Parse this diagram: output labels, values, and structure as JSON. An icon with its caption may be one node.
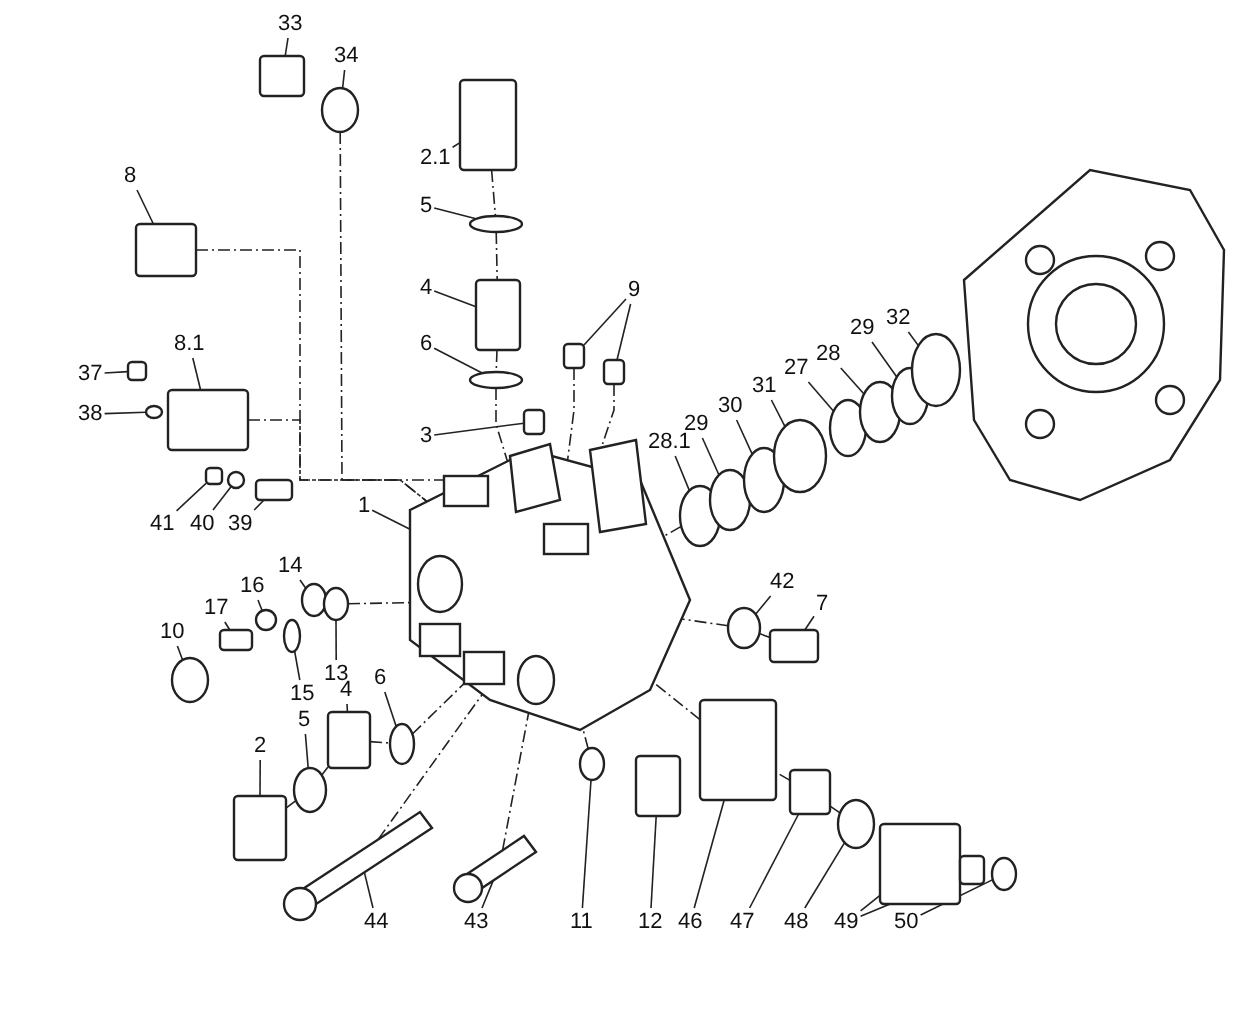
{
  "diagram": {
    "nodes": [
      {
        "text": [
          "33"
        ]
      },
      {
        "text": [
          "34"
        ]
      },
      {
        "text": [
          "8"
        ]
      },
      {
        "text": [
          "8.1"
        ]
      },
      {
        "text": [
          "37"
        ]
      },
      {
        "text": [
          "38"
        ]
      },
      {
        "text": [
          "41"
        ]
      },
      {
        "text": [
          "40"
        ]
      },
      {
        "text": [
          "39"
        ]
      },
      {
        "text": [
          "2.1"
        ]
      },
      {
        "text": [
          "5"
        ]
      },
      {
        "text": [
          "4"
        ]
      },
      {
        "text": [
          "6"
        ]
      },
      {
        "text": [
          "9"
        ]
      },
      {
        "text": [
          "3"
        ]
      },
      {
        "text": [
          "1"
        ]
      },
      {
        "text": [
          "10"
        ]
      },
      {
        "text": [
          "17"
        ]
      },
      {
        "text": [
          "16"
        ]
      },
      {
        "text": [
          "14"
        ]
      },
      {
        "text": [
          "15"
        ]
      },
      {
        "text": [
          "13"
        ]
      },
      {
        "text": [
          "6"
        ]
      },
      {
        "text": [
          "4"
        ]
      },
      {
        "text": [
          "5"
        ]
      },
      {
        "text": [
          "2"
        ]
      },
      {
        "text": [
          "44"
        ]
      },
      {
        "text": [
          "43"
        ]
      },
      {
        "text": [
          "11"
        ]
      },
      {
        "text": [
          "12"
        ]
      },
      {
        "text": [
          "46"
        ]
      },
      {
        "text": [
          "47"
        ]
      },
      {
        "text": [
          "48"
        ]
      },
      {
        "text": [
          "49"
        ]
      },
      {
        "text": [
          "50"
        ]
      },
      {
        "text": [
          "28.1"
        ]
      },
      {
        "text": [
          "29"
        ]
      },
      {
        "text": [
          "30"
        ]
      },
      {
        "text": [
          "31"
        ]
      },
      {
        "text": [
          "27"
        ]
      },
      {
        "text": [
          "28"
        ]
      },
      {
        "text": [
          "29"
        ]
      },
      {
        "text": [
          "32"
        ]
      },
      {
        "text": [
          "42"
        ]
      },
      {
        "text": [
          "7"
        ]
      },
      {
        "text": [],
        "shape": "box"
      },
      {
        "text": [],
        "shape": "circle"
      },
      {
        "text": [],
        "shape": "box"
      },
      {
        "text": [],
        "shape": "box"
      },
      {
        "text": [],
        "shape": "box"
      },
      {
        "text": [],
        "shape": "circle"
      },
      {
        "text": [],
        "shape": "box"
      },
      {
        "text": [],
        "shape": "circle"
      },
      {
        "text": [],
        "shape": "box"
      },
      {
        "text": [],
        "shape": "box"
      },
      {
        "text": [],
        "shape": "circle"
      },
      {
        "text": [],
        "shape": "box"
      },
      {
        "text": [],
        "shape": "circle"
      },
      {
        "text": [],
        "shape": "box"
      },
      {
        "text": [],
        "shape": "box"
      },
      {
        "text": [],
        "shape": "box"
      },
      {
        "text": [],
        "shape": "picture"
      },
      {
        "text": [],
        "shape": "circle"
      },
      {
        "text": [],
        "shape": "box"
      },
      {
        "text": [],
        "shape": "circle"
      },
      {
        "text": [],
        "shape": "circle"
      },
      {
        "text": [],
        "shape": "circle"
      },
      {
        "text": [],
        "shape": "circle"
      },
      {
        "text": [],
        "shape": "circle"
      },
      {
        "text": [],
        "shape": "box"
      },
      {
        "text": [],
        "shape": "circle"
      },
      {
        "text": [],
        "shape": "box"
      },
      {
        "text": [],
        "shape": "picture"
      },
      {
        "text": [],
        "shape": "picture"
      },
      {
        "text": [],
        "shape": "circle"
      },
      {
        "text": [],
        "shape": "box"
      },
      {
        "text": [],
        "shape": "box"
      },
      {
        "text": [],
        "shape": "box"
      },
      {
        "text": [],
        "shape": "circle"
      },
      {
        "text": [],
        "shape": "box"
      },
      {
        "text": [],
        "shape": "box"
      },
      {
        "text": [],
        "shape": "circle"
      },
      {
        "text": [],
        "shape": "circle"
      },
      {
        "text": [],
        "shape": "circle"
      },
      {
        "text": [],
        "shape": "circle"
      },
      {
        "text": [],
        "shape": "circle"
      },
      {
        "text": [],
        "shape": "circle"
      },
      {
        "text": [],
        "shape": "circle"
      },
      {
        "text": [],
        "shape": "circle"
      },
      {
        "text": [],
        "shape": "circle"
      },
      {
        "text": [],
        "shape": "circle"
      },
      {
        "text": [],
        "shape": "box"
      }
    ],
    "edges": [
      {
        "from": 0,
        "to": 45,
        "arrow": "none"
      },
      {
        "from": 1,
        "to": 46,
        "arrow": "none"
      },
      {
        "from": 2,
        "to": 47,
        "arrow": "none"
      },
      {
        "from": 3,
        "to": 48,
        "arrow": "none"
      },
      {
        "from": 4,
        "to": 49,
        "arrow": "none"
      },
      {
        "from": 5,
        "to": 50,
        "arrow": "none"
      },
      {
        "from": 6,
        "to": 51,
        "arrow": "none"
      },
      {
        "from": 7,
        "to": 52,
        "arrow": "none"
      },
      {
        "from": 8,
        "to": 53,
        "arrow": "none"
      },
      {
        "from": 9,
        "to": 54,
        "arrow": "none"
      },
      {
        "from": 10,
        "to": 55,
        "arrow": "none"
      },
      {
        "from": 11,
        "to": 56,
        "arrow": "none"
      },
      {
        "from": 12,
        "to": 57,
        "arrow": "none"
      },
      {
        "from": 13,
        "to": 58,
        "arrow": "none"
      },
      {
        "from": 13,
        "to": 59,
        "arrow": "none"
      },
      {
        "from": 14,
        "to": 60,
        "arrow": "none"
      },
      {
        "from": 15,
        "to": 61,
        "arrow": "none"
      },
      {
        "from": 16,
        "to": 62,
        "arrow": "none"
      },
      {
        "from": 17,
        "to": 63,
        "arrow": "none"
      },
      {
        "from": 18,
        "to": 64,
        "arrow": "none"
      },
      {
        "from": 19,
        "to": 65,
        "arrow": "none"
      },
      {
        "from": 20,
        "to": 66,
        "arrow": "none"
      },
      {
        "from": 21,
        "to": 67,
        "arrow": "none"
      },
      {
        "from": 22,
        "to": 68,
        "arrow": "none"
      },
      {
        "from": 23,
        "to": 69,
        "arrow": "none"
      },
      {
        "from": 24,
        "to": 70,
        "arrow": "none"
      },
      {
        "from": 25,
        "to": 71,
        "arrow": "none"
      },
      {
        "from": 26,
        "to": 72,
        "arrow": "none"
      },
      {
        "from": 27,
        "to": 73,
        "arrow": "none"
      },
      {
        "from": 28,
        "to": 74,
        "arrow": "none"
      },
      {
        "from": 29,
        "to": 75,
        "arrow": "none"
      },
      {
        "from": 30,
        "to": 76,
        "arrow": "none"
      },
      {
        "from": 31,
        "to": 77,
        "arrow": "none"
      },
      {
        "from": 32,
        "to": 78,
        "arrow": "none"
      },
      {
        "from": 33,
        "to": 79,
        "arrow": "none"
      },
      {
        "from": 33,
        "to": 80,
        "arrow": "none"
      },
      {
        "from": 34,
        "to": 81,
        "arrow": "none"
      },
      {
        "from": 35,
        "to": 82,
        "arrow": "none"
      },
      {
        "from": 36,
        "to": 83,
        "arrow": "none"
      },
      {
        "from": 37,
        "to": 84,
        "arrow": "none"
      },
      {
        "from": 38,
        "to": 85,
        "arrow": "none"
      },
      {
        "from": 39,
        "to": 86,
        "arrow": "none"
      },
      {
        "from": 40,
        "to": 87,
        "arrow": "none"
      },
      {
        "from": 41,
        "to": 88,
        "arrow": "none"
      },
      {
        "from": 42,
        "to": 89,
        "arrow": "none"
      },
      {
        "from": 43,
        "to": 90,
        "arrow": "none"
      },
      {
        "from": 44,
        "to": 91,
        "arrow": "none"
      },
      {
        "from": 46,
        "to": 61,
        "arrow": "none",
        "style": "dashed"
      },
      {
        "from": 47,
        "to": 61,
        "arrow": "none",
        "style": "dashed"
      },
      {
        "from": 48,
        "to": 61,
        "arrow": "none",
        "style": "dashed"
      },
      {
        "from": 54,
        "to": 55,
        "arrow": "none",
        "style": "dashed"
      },
      {
        "from": 55,
        "to": 56,
        "arrow": "none",
        "style": "dashed"
      },
      {
        "from": 56,
        "to": 57,
        "arrow": "none",
        "style": "dashed"
      },
      {
        "from": 57,
        "to": 61,
        "arrow": "none",
        "style": "dashed"
      },
      {
        "from": 58,
        "to": 61,
        "arrow": "none",
        "style": "dashed"
      },
      {
        "from": 59,
        "to": 61,
        "arrow": "none",
        "style": "dashed"
      },
      {
        "from": 67,
        "to": 61,
        "arrow": "none",
        "style": "dashed"
      },
      {
        "from": 71,
        "to": 70,
        "arrow": "none",
        "style": "dashed"
      },
      {
        "from": 70,
        "to": 69,
        "arrow": "none",
        "style": "dashed"
      },
      {
        "from": 69,
        "to": 68,
        "arrow": "none",
        "style": "dashed"
      },
      {
        "from": 68,
        "to": 61,
        "arrow": "none",
        "style": "dashed"
      },
      {
        "from": 72,
        "to": 61,
        "arrow": "none",
        "style": "dashed"
      },
      {
        "from": 73,
        "to": 61,
        "arrow": "none",
        "style": "dashed"
      },
      {
        "from": 74,
        "to": 61,
        "arrow": "none",
        "style": "dashed"
      },
      {
        "from": 90,
        "to": 61,
        "arrow": "none",
        "style": "dashed"
      },
      {
        "from": 91,
        "to": 90,
        "arrow": "none",
        "style": "dashed"
      },
      {
        "from": 76,
        "to": 61,
        "arrow": "none",
        "style": "dashed"
      },
      {
        "from": 77,
        "to": 76,
        "arrow": "none",
        "style": "dashed"
      },
      {
        "from": 78,
        "to": 77,
        "arrow": "none",
        "style": "dashed"
      },
      {
        "from": 82,
        "to": 61,
        "arrow": "none",
        "style": "dashed"
      }
    ]
  }
}
